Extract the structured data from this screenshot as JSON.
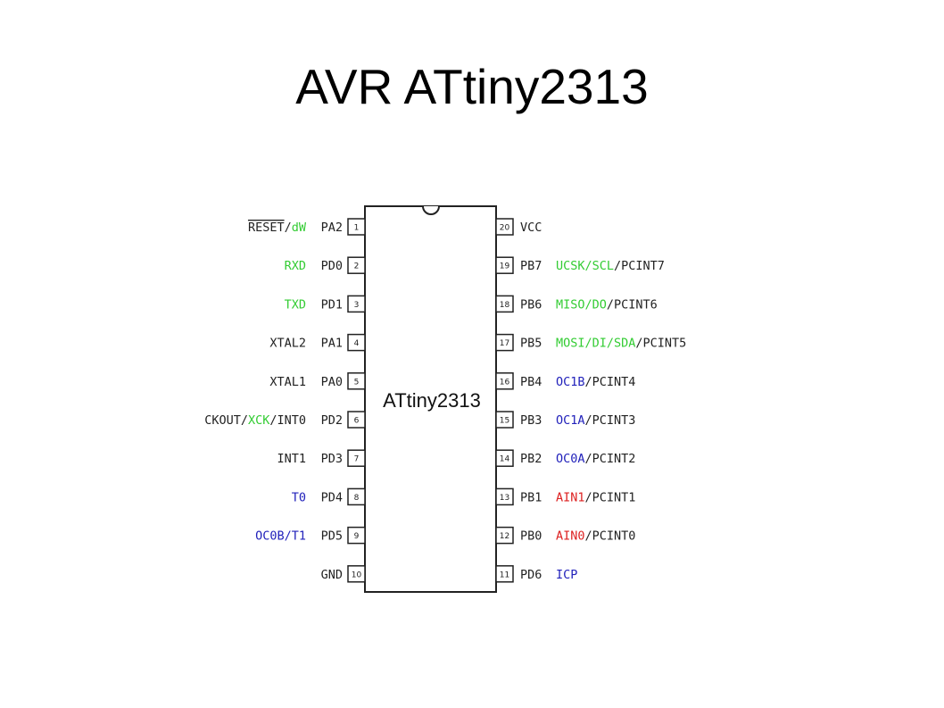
{
  "slide": {
    "title": "AVR ATtiny2313"
  },
  "chip": {
    "name": "ATtiny2313"
  },
  "colors": {
    "black": "#222222",
    "green": "#33cc33",
    "blue": "#2222bb",
    "red": "#dd2222"
  },
  "left_pins": [
    {
      "num": "1",
      "port": "PA2",
      "funcs": [
        {
          "text": "RESET",
          "color": "black",
          "overline": true
        },
        {
          "text": "/",
          "color": "black"
        },
        {
          "text": "dW",
          "color": "green"
        }
      ]
    },
    {
      "num": "2",
      "port": "PD0",
      "funcs": [
        {
          "text": "RXD",
          "color": "green"
        }
      ]
    },
    {
      "num": "3",
      "port": "PD1",
      "funcs": [
        {
          "text": "TXD",
          "color": "green"
        }
      ]
    },
    {
      "num": "4",
      "port": "PA1",
      "funcs": [
        {
          "text": "XTAL2",
          "color": "black"
        }
      ]
    },
    {
      "num": "5",
      "port": "PA0",
      "funcs": [
        {
          "text": "XTAL1",
          "color": "black"
        }
      ]
    },
    {
      "num": "6",
      "port": "PD2",
      "funcs": [
        {
          "text": "CKOUT/",
          "color": "black"
        },
        {
          "text": "XCK",
          "color": "green"
        },
        {
          "text": "/INT0",
          "color": "black"
        }
      ]
    },
    {
      "num": "7",
      "port": "PD3",
      "funcs": [
        {
          "text": "INT1",
          "color": "black"
        }
      ]
    },
    {
      "num": "8",
      "port": "PD4",
      "funcs": [
        {
          "text": "T0",
          "color": "blue"
        }
      ]
    },
    {
      "num": "9",
      "port": "PD5",
      "funcs": [
        {
          "text": "OC0B/T1",
          "color": "blue"
        }
      ]
    },
    {
      "num": "10",
      "port": "GND",
      "funcs": []
    }
  ],
  "right_pins": [
    {
      "num": "20",
      "port": "VCC",
      "funcs": []
    },
    {
      "num": "19",
      "port": "PB7",
      "funcs": [
        {
          "text": "UCSK/SCL",
          "color": "green"
        },
        {
          "text": "/PCINT7",
          "color": "black"
        }
      ]
    },
    {
      "num": "18",
      "port": "PB6",
      "funcs": [
        {
          "text": "MISO/DO",
          "color": "green"
        },
        {
          "text": "/PCINT6",
          "color": "black"
        }
      ]
    },
    {
      "num": "17",
      "port": "PB5",
      "funcs": [
        {
          "text": "MOSI/DI/SDA",
          "color": "green"
        },
        {
          "text": "/PCINT5",
          "color": "black"
        }
      ]
    },
    {
      "num": "16",
      "port": "PB4",
      "funcs": [
        {
          "text": "OC1B",
          "color": "blue"
        },
        {
          "text": "/PCINT4",
          "color": "black"
        }
      ]
    },
    {
      "num": "15",
      "port": "PB3",
      "funcs": [
        {
          "text": "OC1A",
          "color": "blue"
        },
        {
          "text": "/PCINT3",
          "color": "black"
        }
      ]
    },
    {
      "num": "14",
      "port": "PB2",
      "funcs": [
        {
          "text": "OC0A",
          "color": "blue"
        },
        {
          "text": "/PCINT2",
          "color": "black"
        }
      ]
    },
    {
      "num": "13",
      "port": "PB1",
      "funcs": [
        {
          "text": "AIN1",
          "color": "red"
        },
        {
          "text": "/PCINT1",
          "color": "black"
        }
      ]
    },
    {
      "num": "12",
      "port": "PB0",
      "funcs": [
        {
          "text": "AIN0",
          "color": "red"
        },
        {
          "text": "/PCINT0",
          "color": "black"
        }
      ]
    },
    {
      "num": "11",
      "port": "PD6",
      "funcs": [
        {
          "text": "ICP",
          "color": "blue"
        }
      ]
    }
  ]
}
